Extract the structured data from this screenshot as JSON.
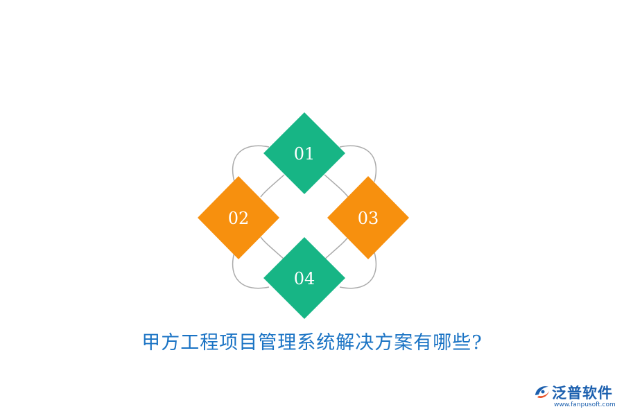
{
  "diagram": {
    "items": [
      {
        "label": "01",
        "color": "#17b585"
      },
      {
        "label": "02",
        "color": "#f7900e"
      },
      {
        "label": "03",
        "color": "#f7900e"
      },
      {
        "label": "04",
        "color": "#17b585"
      }
    ],
    "connector_color": "#aaaaaa"
  },
  "title": "甲方工程项目管理系统解决方案有哪些?",
  "logo": {
    "name": "泛普软件",
    "url": "www.fanpusoft.com"
  },
  "colors": {
    "title": "#1a73c4",
    "brand": "#1b5fae",
    "logo_accent": "#e8542a"
  }
}
